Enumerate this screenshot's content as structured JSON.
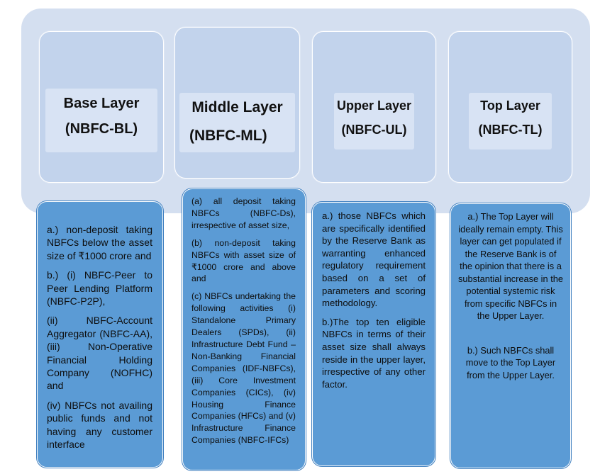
{
  "layers": [
    {
      "name": "Base Layer",
      "code": "(NBFC-BL)",
      "paragraphs": [
        "a.) non-deposit taking NBFCs below the asset size of ₹1000 crore and",
        "b.) (i) NBFC-Peer to Peer Lending Platform (NBFC-P2P),",
        "(ii) NBFC-Account Aggregator (NBFC-AA), (iii) Non-Operative Financial Holding Company (NOFHC) and",
        "(iv) NBFCs not availing public funds and not having any customer interface"
      ]
    },
    {
      "name": "Middle Layer",
      "code": "(NBFC-ML)",
      "paragraphs": [
        "(a) all deposit taking NBFCs (NBFC-Ds), irrespective of asset size,",
        "(b) non-deposit taking NBFCs with asset size of ₹1000 crore and above and",
        "(c) NBFCs undertaking the following activities (i) Standalone Primary Dealers (SPDs), (ii) Infrastructure Debt Fund – Non-Banking Financial Companies (IDF-NBFCs), (iii) Core Investment Companies (CICs), (iv) Housing Finance Companies (HFCs) and (v) Infrastructure Finance Companies (NBFC-IFCs)"
      ]
    },
    {
      "name": "Upper Layer",
      "code": "(NBFC-UL)",
      "paragraphs": [
        "a.) those NBFCs which are specifically identified by the Reserve Bank as warranting enhanced regulatory requirement based on a set of parameters and scoring methodology.",
        "b.)The top ten eligible NBFCs in terms of their asset size shall always reside in the upper layer, irrespective of any other factor."
      ]
    },
    {
      "name": "Top Layer",
      "code": "(NBFC-TL)",
      "paragraphs": [
        "a.) The Top Layer will ideally remain empty. This layer can get populated if the Reserve Bank is of the opinion that there is a substantial increase in the potential systemic risk from specific NBFCs in the Upper Layer.",
        "b.) Such NBFCs shall move to the Top Layer from the Upper Layer."
      ]
    }
  ],
  "colors": {
    "band": "#d4dff0",
    "card": "#c2d3ec",
    "description_box": "#5b9bd5"
  }
}
